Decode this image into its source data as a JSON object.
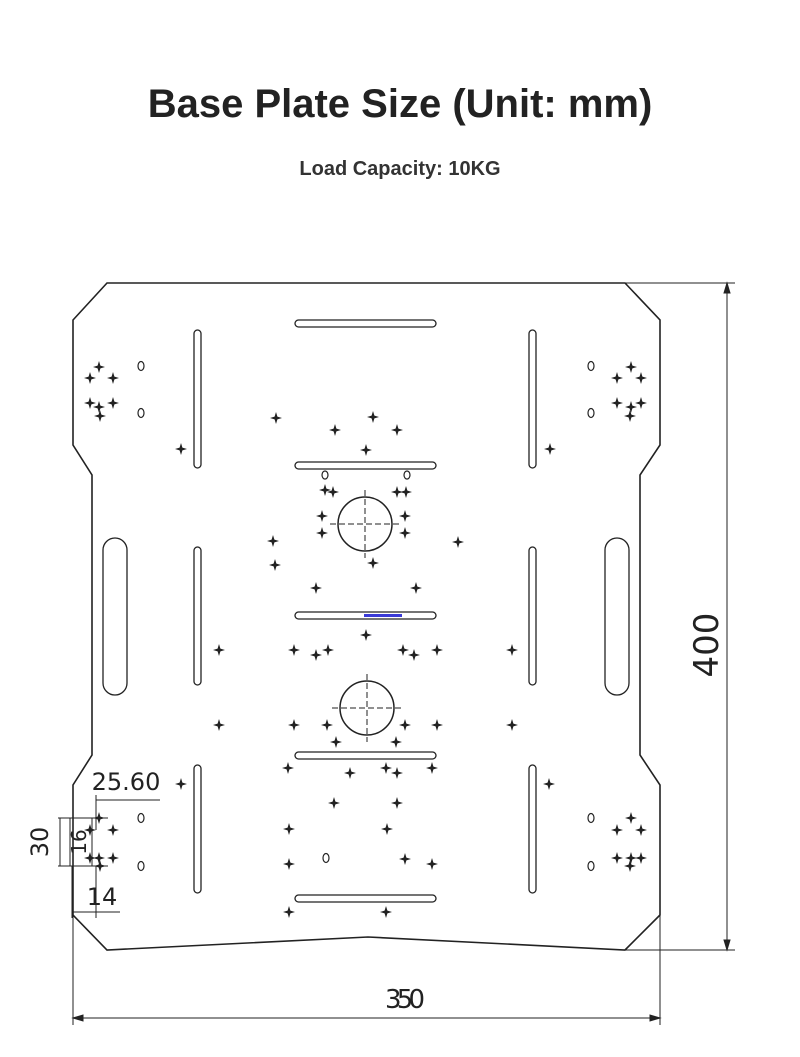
{
  "header": {
    "title": "Base Plate Size (Unit: mm)",
    "subtitle": "Load Capacity: 10KG"
  },
  "dimensions": {
    "width": "350",
    "height": "400",
    "offset_horizontal": "25.60",
    "hole_spacing": "30",
    "hole_offset": "16",
    "edge_offset": "14"
  },
  "colors": {
    "line": "#222222",
    "accent": "#3a3ad6"
  }
}
